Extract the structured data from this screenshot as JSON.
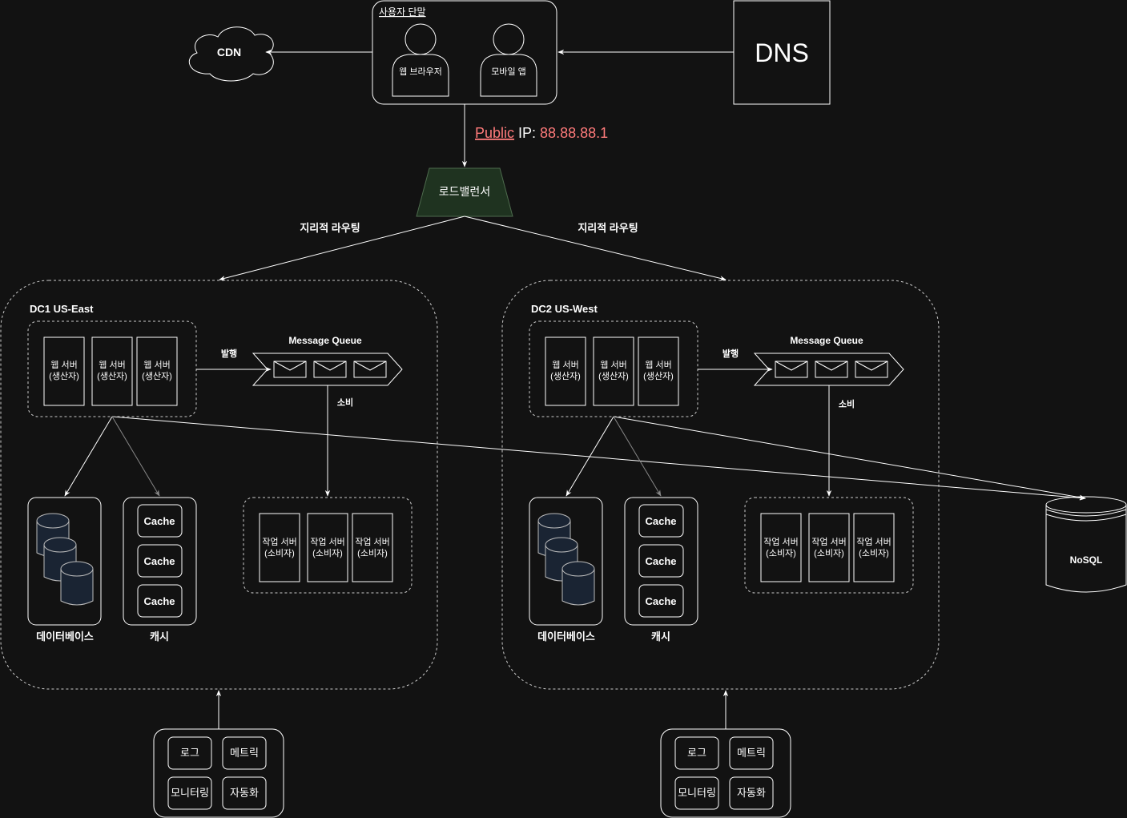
{
  "user_device": {
    "title": "사용자 단말",
    "web_browser": "웹 브라우저",
    "mobile_app": "모바일 앱"
  },
  "cdn": "CDN",
  "dns": "DNS",
  "public_ip": {
    "word": "Public",
    "label": " IP: ",
    "value": "88.88.88.1"
  },
  "load_balancer": "로드밸런서",
  "geo_routing": [
    "지리적 라우팅",
    "지리적 라우팅"
  ],
  "datacenters": [
    {
      "name": "DC1 US-East",
      "web_servers": [
        "웹 서버\n(생산자)",
        "웹 서버\n(생산자)",
        "웹 서버\n(생산자)"
      ],
      "publish": "발행",
      "queue": "Message Queue",
      "consume": "소비",
      "workers": [
        "작업 서버\n(소비자)",
        "작업 서버\n(소비자)",
        "작업 서버\n(소비자)"
      ],
      "database_label": "데이터베이스",
      "cache_items": [
        "Cache",
        "Cache",
        "Cache"
      ],
      "cache_label": "캐시",
      "tools": [
        "로그",
        "메트릭",
        "모니터링",
        "자동화"
      ]
    },
    {
      "name": "DC2 US-West",
      "web_servers": [
        "웹 서버\n(생산자)",
        "웹 서버\n(생산자)",
        "웹 서버\n(생산자)"
      ],
      "publish": "발행",
      "queue": "Message Queue",
      "consume": "소비",
      "workers": [
        "작업 서버\n(소비자)",
        "작업 서버\n(소비자)",
        "작업 서버\n(소비자)"
      ],
      "database_label": "데이터베이스",
      "cache_items": [
        "Cache",
        "Cache",
        "Cache"
      ],
      "cache_label": "캐시",
      "tools": [
        "로그",
        "메트릭",
        "모니터링",
        "자동화"
      ]
    }
  ],
  "nosql": "NoSQL",
  "colors": {
    "background": "#121212",
    "line": "#ffffff",
    "highlight": "#ff7b7b",
    "lb_fill": "#1f3320",
    "db_fill": "#1a2433"
  }
}
